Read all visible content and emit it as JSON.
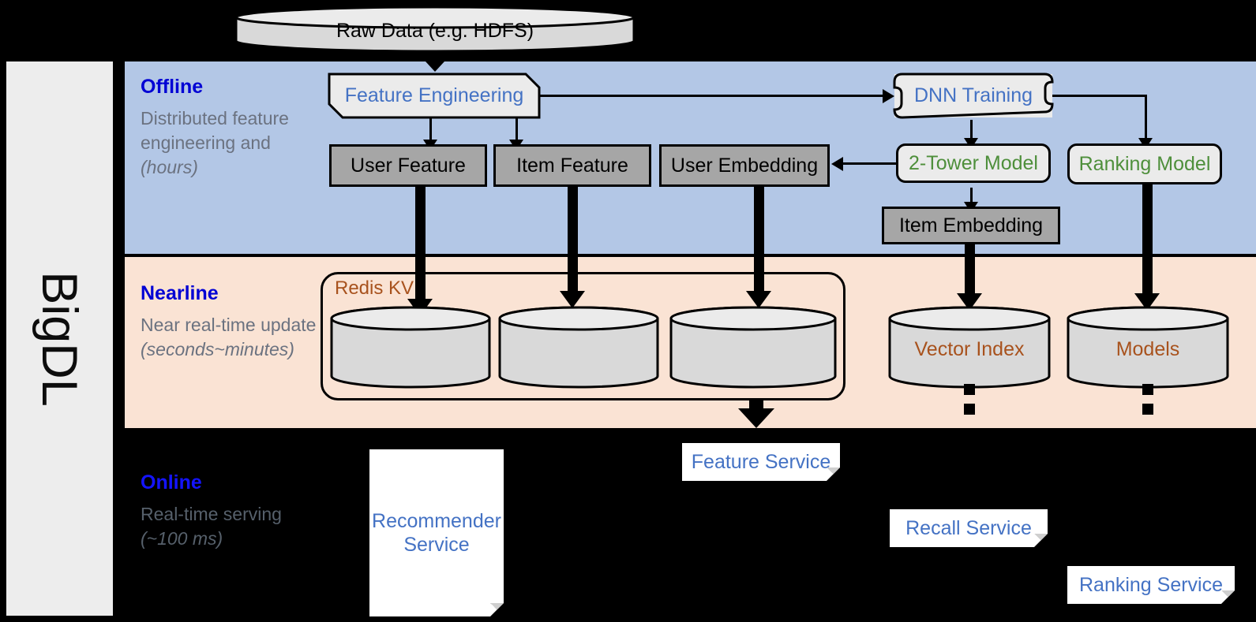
{
  "framework": {
    "name": "BigDL"
  },
  "top_source": {
    "label": "Raw Data (e.g. HDFS)",
    "shape": "cylinder"
  },
  "bands": {
    "offline": {
      "title": "Offline",
      "subtitle": "Distributed feature engineering and ",
      "subtitle_em": "(hours)",
      "color": "#b3c7e6"
    },
    "nearline": {
      "title": "Nearline",
      "subtitle": "Near real-time update ",
      "subtitle_em": "(seconds~minutes)",
      "color": "#fae3d4"
    },
    "online": {
      "title": "Online",
      "subtitle": "Real-time serving ",
      "subtitle_em": "(~100 ms)",
      "color": "#000000"
    }
  },
  "offline_nodes": {
    "feature_engineering": {
      "label": "Feature Engineering",
      "text_color": "#4472c4",
      "shape": "cut-corner"
    },
    "dnn_training": {
      "label": "DNN Training",
      "text_color": "#4472c4",
      "shape": "notched"
    },
    "user_feature": {
      "label": "User Feature",
      "text_color": "#000000",
      "shape": "rect-gray"
    },
    "item_feature": {
      "label": "Item Feature",
      "text_color": "#000000",
      "shape": "rect-gray"
    },
    "user_embedding": {
      "label": "User Embedding",
      "text_color": "#000000",
      "shape": "rect-gray"
    },
    "item_embedding": {
      "label": "Item Embedding",
      "text_color": "#000000",
      "shape": "rect-gray"
    },
    "two_tower_model": {
      "label": "2-Tower Model",
      "text_color": "#4e8f3b",
      "shape": "round-rect"
    },
    "ranking_model": {
      "label": "Ranking Model",
      "text_color": "#4e8f3b",
      "shape": "round-rect"
    }
  },
  "nearline_nodes": {
    "redis_kv": {
      "label": "Redis KV",
      "text_color": "#a8521d"
    },
    "store_1": {
      "label": ""
    },
    "store_2": {
      "label": ""
    },
    "store_3": {
      "label": ""
    },
    "vector_index": {
      "label": "Vector Index",
      "text_color": "#a8521d"
    },
    "models": {
      "label": "Models",
      "text_color": "#a8521d"
    }
  },
  "online_nodes": {
    "recommender_service": {
      "label": "Recommender Service",
      "text_color": "#4472c4"
    },
    "feature_service": {
      "label": "Feature Service",
      "text_color": "#4472c4"
    },
    "recall_service": {
      "label": "Recall Service",
      "text_color": "#4472c4"
    },
    "ranking_service": {
      "label": "Ranking Service",
      "text_color": "#4472c4"
    }
  },
  "palette": {
    "offline_band": "#b3c7e6",
    "nearline_band": "#fae3d4",
    "online_band": "#000000",
    "gray_box": "#a6a6a6",
    "light_box": "#ebebeb",
    "cylinder": "#d9d9d9",
    "rail": "#ededed",
    "accent_blue": "#0000d4",
    "text_blue": "#4472c4",
    "text_green": "#4e8f3b",
    "text_brown": "#a8521d"
  }
}
